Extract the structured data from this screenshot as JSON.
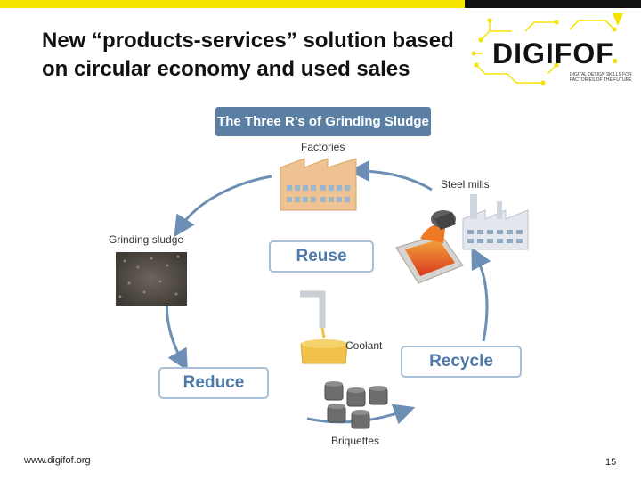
{
  "slide": {
    "title": "New “products-services” solution based on circular economy and used sales",
    "footer_url": "www.digifof.org",
    "page_number": "15"
  },
  "logo": {
    "name": "DIGIFOF",
    "dot": ".",
    "tagline": "DIGITAL DESIGN SKILLS FOR FACTORIES OF THE FUTURE"
  },
  "diagram": {
    "title": "The Three R’s of Grinding Sludge",
    "labels": {
      "factories": "Factories",
      "steel_mills": "Steel mills",
      "grinding_sludge": "Grinding sludge",
      "coolant": "Coolant",
      "briquettes": "Briquettes"
    },
    "stages": {
      "reuse": "Reuse",
      "recycle": "Recycle",
      "reduce": "Reduce"
    }
  },
  "colors": {
    "accent_yellow": "#f5e400",
    "title_bar": "#5b7fa3",
    "stage_text": "#4f79a8",
    "arrow": "#6b8fb5"
  }
}
